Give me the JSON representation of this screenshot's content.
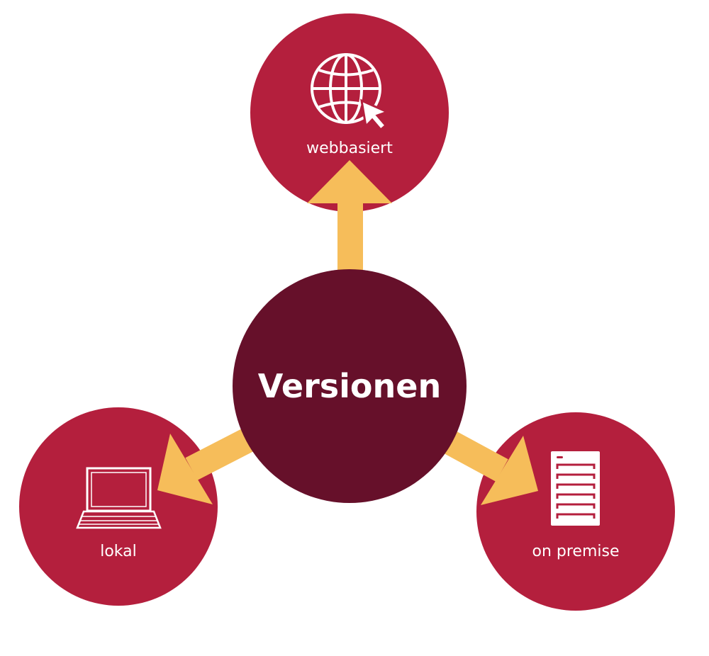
{
  "center": {
    "label": "Versionen"
  },
  "nodes": [
    {
      "label": "webbasiert",
      "icon": "globe-cursor-icon"
    },
    {
      "label": "lokal",
      "icon": "laptop-icon"
    },
    {
      "label": "on premise",
      "icon": "server-icon"
    }
  ],
  "colors": {
    "outer": "#B41F3D",
    "center": "#66102A",
    "arrow": "#F6BD5A",
    "text": "#FFFFFF"
  }
}
